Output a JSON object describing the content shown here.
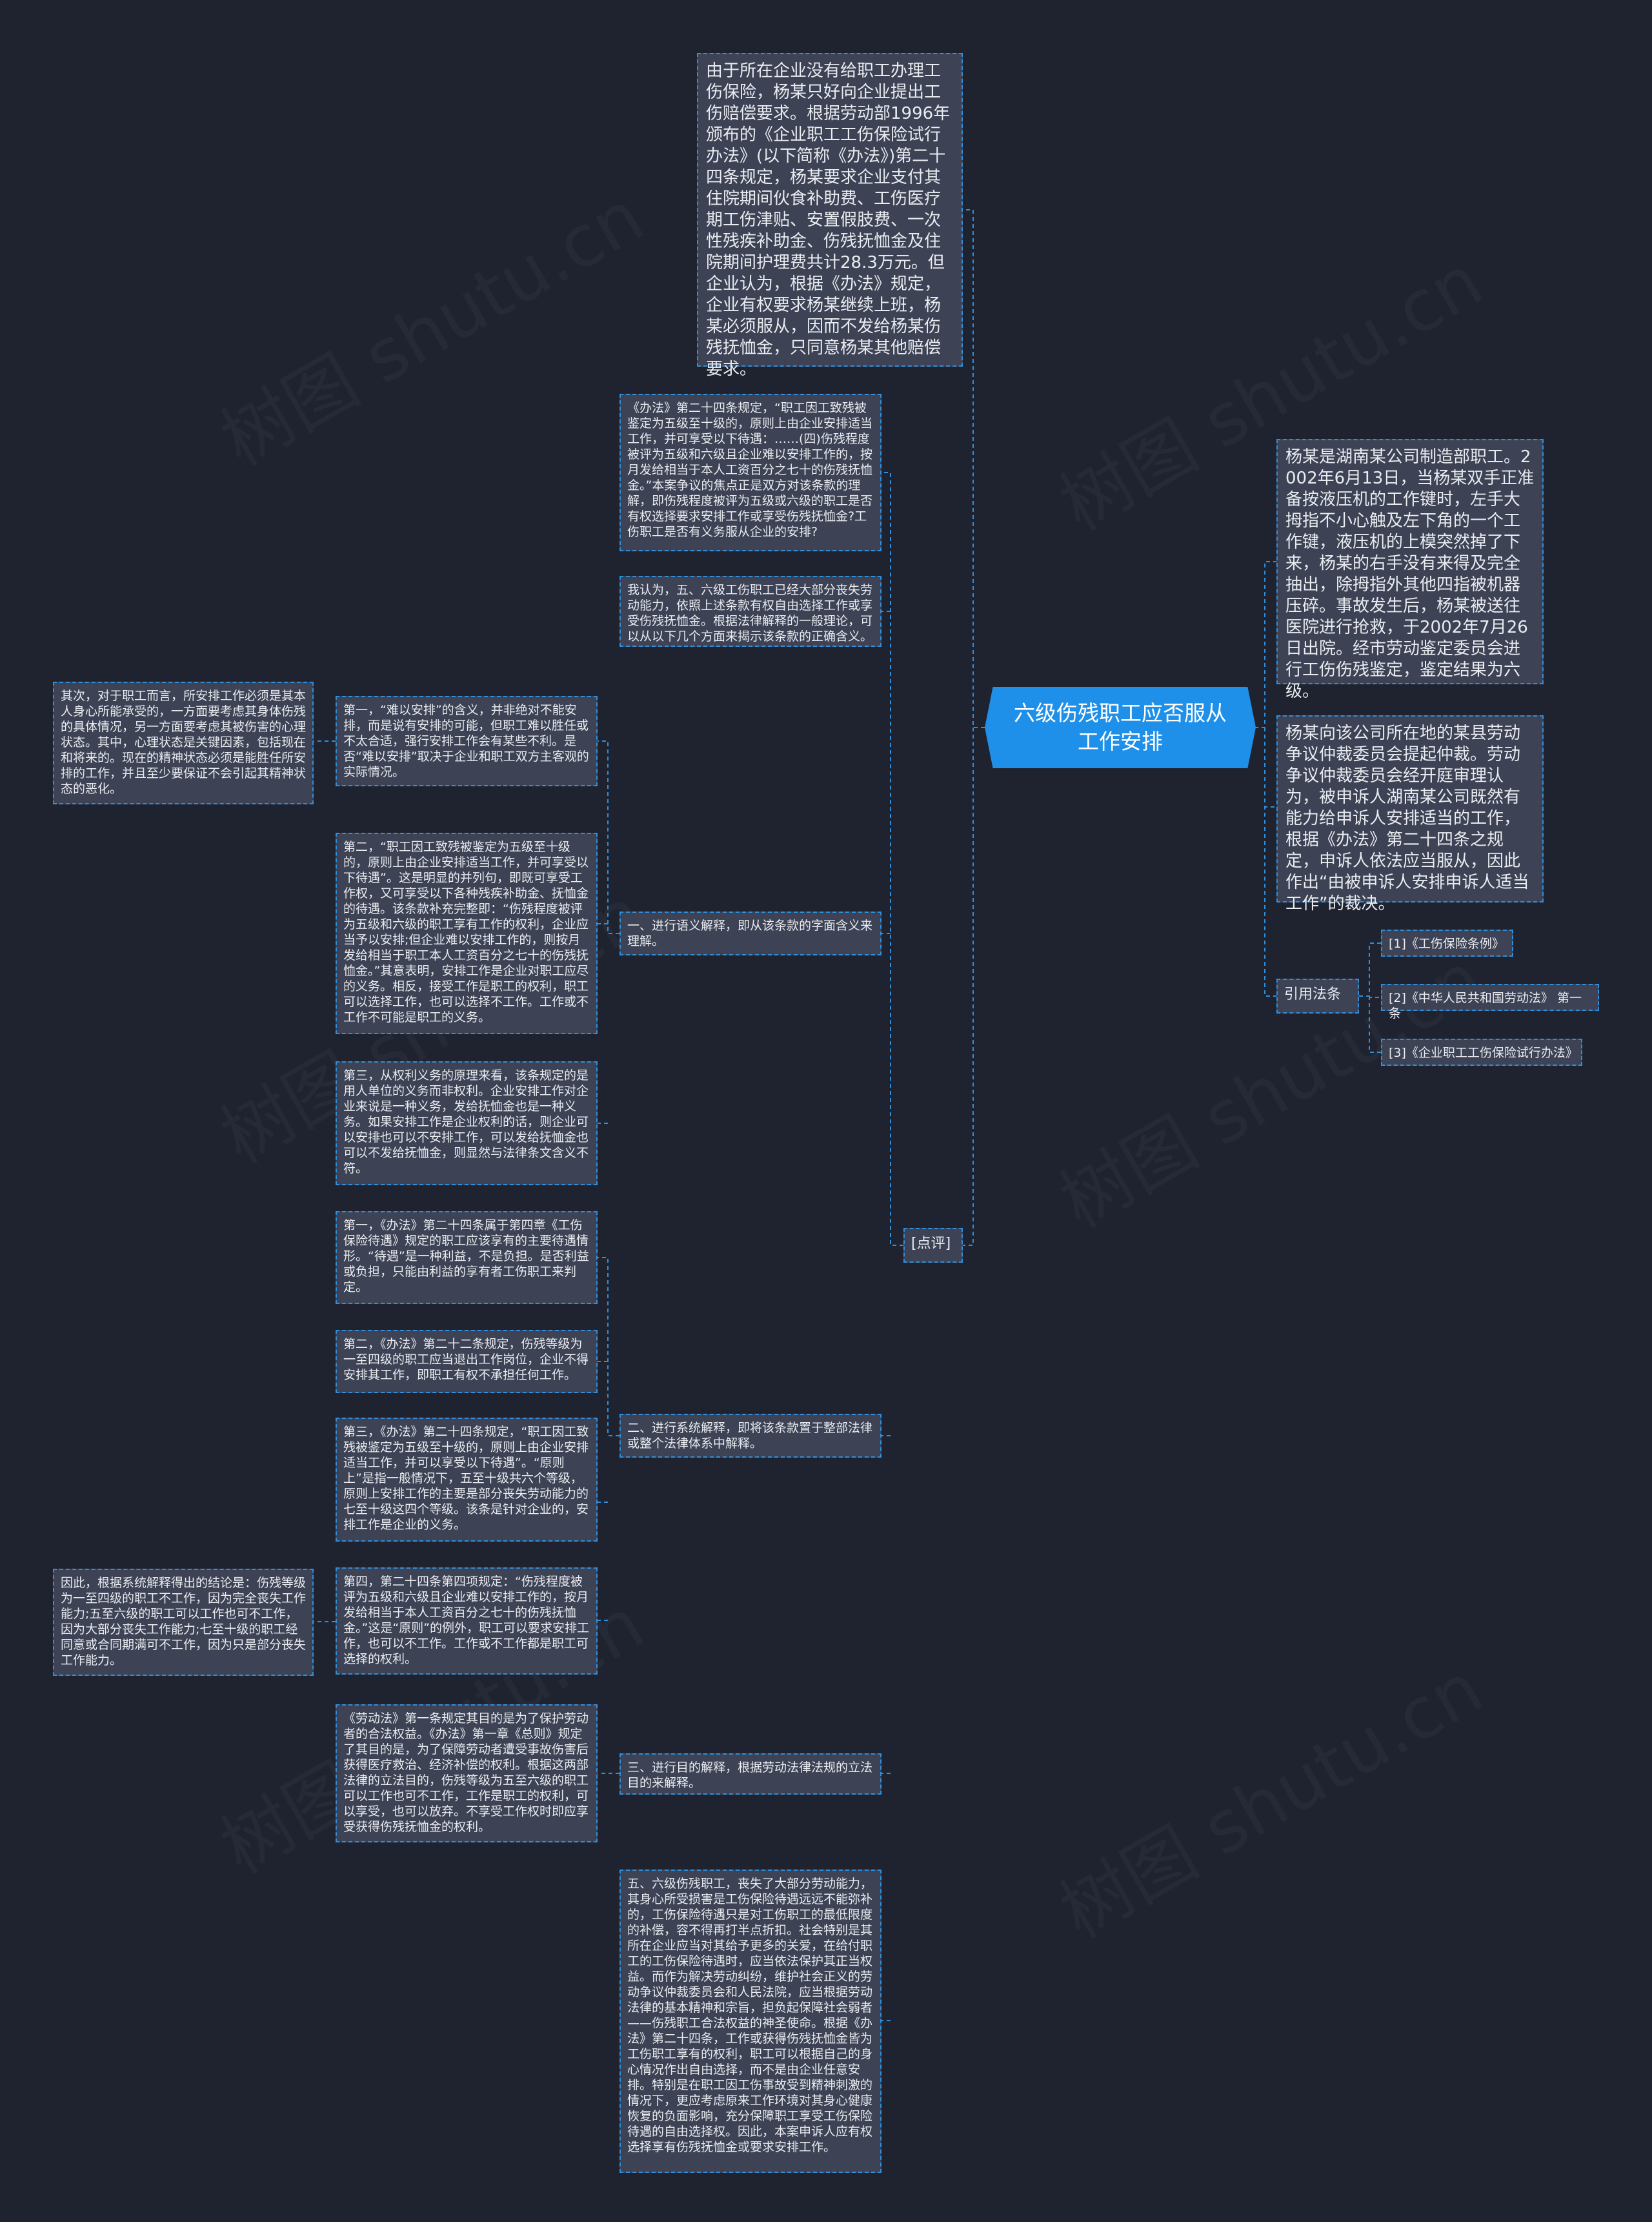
{
  "root": {
    "title": "六级伤残职工应否服从工作安排"
  },
  "right": {
    "facts": "杨某是湖南某公司制造部职工。2002年6月13日，当杨某双手正准备按液压机的工作键时，左手大拇指不小心触及左下角的一个工作键，液压机的上模突然掉了下来，杨某的右手没有来得及完全抽出，除拇指外其他四指被机器压碎。事故发生后，杨某被送往医院进行抢救，于2002年7月26日出院。经市劳动鉴定委员会进行工伤伤残鉴定，鉴定结果为六级。",
    "arbitration": "杨某向该公司所在地的某县劳动争议仲裁委员会提起仲裁。劳动争议仲裁委员会经开庭审理认为，被申诉人湖南某公司既然有能力给申诉人安排适当的工作，根据《办法》第二十四条之规定，申诉人依法应当服从，因此作出“由被申诉人安排申诉人适当工作”的裁决。",
    "law_label": "引用法条",
    "laws": [
      "[1]《工伤保险条例》",
      "[2]《中华人民共和国劳动法》 第一条",
      "[3]《企业职工工伤保险试行办法》"
    ]
  },
  "top": {
    "claim": "由于所在企业没有给职工办理工伤保险，杨某只好向企业提出工伤赔偿要求。根据劳动部1996年颁布的《企业职工工伤保险试行办法》(以下简称《办法》)第二十四条规定，杨某要求企业支付其住院期间伙食补助费、工伤医疗期工伤津贴、安置假肢费、一次性残疾补助金、伤残抚恤金及住院期间护理费共计28.3万元。但企业认为，根据《办法》规定，企业有权要求杨某继续上班，杨某必须服从，因而不发给杨某伤残抚恤金，只同意杨某其他赔偿要求。"
  },
  "comment": {
    "label": "[点评]",
    "intro1": "《办法》第二十四条规定，“职工因工致残被鉴定为五级至十级的，原则上由企业安排适当工作，并可享受以下待遇：……(四)伤残程度被评为五级和六级且企业难以安排工作的，按月发给相当于本人工资百分之七十的伤残抚恤金。”本案争议的焦点正是双方对该条款的理解，即伤残程度被评为五级或六级的职工是否有权选择要求安排工作或享受伤残抚恤金?工伤职工是否有义务服从企业的安排?",
    "intro2": "我认为，五、六级工伤职工已经大部分丧失劳动能力，依照上述条款有权自由选择工作或享受伤残抚恤金。根据法律解释的一般理论，可以从以下几个方面来揭示该条款的正确含义。",
    "sec1": {
      "label": "一、进行语义解释，即从该条款的字面含义来理解。",
      "p1": "第一，“难以安排”的含义，并非绝对不能安排，而是说有安排的可能，但职工难以胜任或不太合适，强行安排工作会有某些不利。是否“难以安排”取决于企业和职工双方主客观的实际情况。",
      "p1_note": "其次，对于职工而言，所安排工作必须是其本人身心所能承受的，一方面要考虑其身体伤残的具体情况，另一方面要考虑其被伤害的心理状态。其中，心理状态是关键因素，包括现在和将来的。现在的精神状态必须是能胜任所安排的工作，并且至少要保证不会引起其精神状态的恶化。",
      "p2": "第二，“职工因工致残被鉴定为五级至十级的，原则上由企业安排适当工作，并可享受以下待遇”。这是明显的并列句，即既可享受工作权，又可享受以下各种残疾补助金、抚恤金的待遇。该条款补充完整即：“伤残程度被评为五级和六级的职工享有工作的权利，企业应当予以安排;但企业难以安排工作的，则按月发给相当于职工本人工资百分之七十的伤残抚恤金。”其意表明，安排工作是企业对职工应尽的义务。相反，接受工作是职工的权利，职工可以选择工作，也可以选择不工作。工作或不工作不可能是职工的义务。",
      "p3": "第三，从权利义务的原理来看，该条规定的是用人单位的义务而非权利。企业安排工作对企业来说是一种义务，发给抚恤金也是一种义务。如果安排工作是企业权利的话，则企业可以安排也可以不安排工作，可以发给抚恤金也可以不发给抚恤金，则显然与法律条文含义不符。"
    },
    "sec2": {
      "label": "二、进行系统解释，即将该条款置于整部法律或整个法律体系中解释。",
      "p1": "第一，《办法》第二十四条属于第四章《工伤保险待遇》规定的职工应该享有的主要待遇情形。“待遇”是一种利益，不是负担。是否利益或负担，只能由利益的享有者工伤职工来判定。",
      "p2": "第二，《办法》第二十二条规定，伤残等级为一至四级的职工应当退出工作岗位，企业不得安排其工作，即职工有权不承担任何工作。",
      "p3": "第三，《办法》第二十四条规定，“职工因工致残被鉴定为五级至十级的，原则上由企业安排适当工作，并可以享受以下待遇”。“原则上”是指一般情况下，五至十级共六个等级，原则上安排工作的主要是部分丧失劳动能力的七至十级这四个等级。该条是针对企业的，安排工作是企业的义务。",
      "p4": "第四，第二十四条第四项规定：“伤残程度被评为五级和六级且企业难以安排工作的，按月发给相当于本人工资百分之七十的伤残抚恤金。”这是“原则”的例外，职工可以要求安排工作，也可以不工作。工作或不工作都是职工可选择的权利。",
      "p4_note": "因此，根据系统解释得出的结论是：伤残等级为一至四级的职工不工作，因为完全丧失工作能力;五至六级的职工可以工作也可不工作，因为大部分丧失工作能力;七至十级的职工经同意或合同期满可不工作，因为只是部分丧失工作能力。"
    },
    "sec3": {
      "label": "三、进行目的解释，根据劳动法律法规的立法目的来解释。",
      "p1": "《劳动法》第一条规定其目的是为了保护劳动者的合法权益。《办法》第一章《总则》规定了其目的是，为了保障劳动者遭受事故伤害后获得医疗救治、经济补偿的权利。根据这两部法律的立法目的，伤残等级为五至六级的职工可以工作也可不工作，工作是职工的权利，可以享受，也可以放弃。不享受工作权时即应享受获得伤残抚恤金的权利。"
    },
    "sec5": "五、六级伤残职工，丧失了大部分劳动能力，其身心所受损害是工伤保险待遇远远不能弥补的，工伤保险待遇只是对工伤职工的最低限度的补偿，容不得再打半点折扣。社会特别是其所在企业应当对其给予更多的关爱，在给付职工的工伤保险待遇时，应当依法保护其正当权益。而作为解决劳动纠纷，维护社会正义的劳动争议仲裁委员会和人民法院，应当根据劳动法律的基本精神和宗旨，担负起保障社会弱者——伤残职工合法权益的神圣使命。根据《办法》第二十四条，工作或获得伤残抚恤金皆为工伤职工享有的权利，职工可以根据自己的身心情况作出自由选择，而不是由企业任意安排。特别是在职工因工伤事故受到精神刺激的情况下，更应考虑原来工作环境对其身心健康恢复的负面影响，充分保障职工享受工伤保险待遇的自由选择权。因此，本案申诉人应有权选择享有伤残抚恤金或要求安排工作。"
  },
  "watermark": "树图 shutu.cn"
}
